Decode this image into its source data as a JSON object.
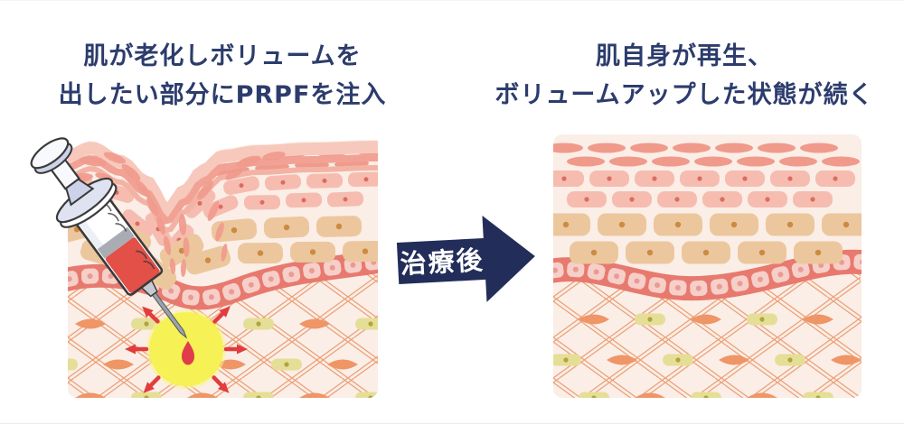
{
  "captions": {
    "before": [
      "肌が老化しボリュームを",
      "出したい部分にPRPFを注入"
    ],
    "after": [
      "肌自身が再生、",
      "ボリュームアップした状態が続く"
    ]
  },
  "arrow": {
    "label": "治療後"
  },
  "icons": {
    "syringe": "syringe-icon",
    "treatment_arrow": "right-arrow-icon",
    "injection_glow": "injection-glow",
    "droplet": "prpf-droplet"
  },
  "colors": {
    "navy": "#222d5a",
    "heading": "#2c3c6c",
    "skinBg": "#faeee7",
    "epidermis": "#f09a8c",
    "ribbonLight": "#f7c9bc",
    "ribbonMid": "#f1a294",
    "ribbonSoft": "#f3b3a4",
    "cellPink": "#f6bcb0",
    "cellPinkDot": "#dc6c62",
    "cellTan": "#ecc79d",
    "cellTanDot": "#cd8a41",
    "vesselRed": "#e8796e",
    "vesselCell": "#f6cfc9",
    "vesselCellDot": "#ea9b93",
    "latticeLine": "#eca077",
    "lens": "#ef9566",
    "pill": "#e5de97",
    "pillDot": "#b1a43e",
    "glow": "#f6f155",
    "glowSoft": "#f9f584",
    "arrowRed": "#e23c3c",
    "droplet": "#e13c4a",
    "liquid": "#e25048",
    "outline": "#3a3a3a",
    "metal": "#9aa2aa",
    "metalDark": "#c6cbd2",
    "flange": "#dfe2f0",
    "flangeDeep": "#ccd2e8",
    "plungerWhite": "#f8f9fc",
    "stopper": "#a9adb3",
    "white": "#ffffff"
  }
}
